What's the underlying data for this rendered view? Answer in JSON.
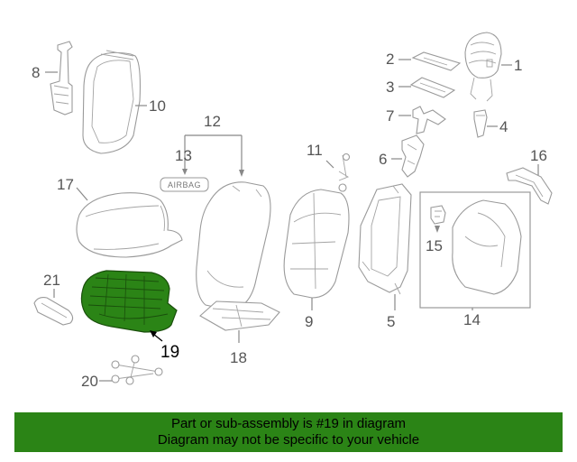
{
  "callouts": {
    "c1": "1",
    "c2": "2",
    "c3": "3",
    "c4": "4",
    "c5": "5",
    "c6": "6",
    "c7": "7",
    "c8": "8",
    "c9": "9",
    "c10": "10",
    "c11": "11",
    "c12": "12",
    "c13": "13",
    "c14": "14",
    "c15": "15",
    "c16": "16",
    "c17": "17",
    "c18": "18",
    "c19": "19",
    "c20": "20",
    "c21": "21"
  },
  "airbag_label": "AIRBAG",
  "highlight_color": "#2b8416",
  "banner": {
    "line1": "Part or sub-assembly is #19 in diagram",
    "line2": "Diagram may not be specific to your vehicle"
  }
}
